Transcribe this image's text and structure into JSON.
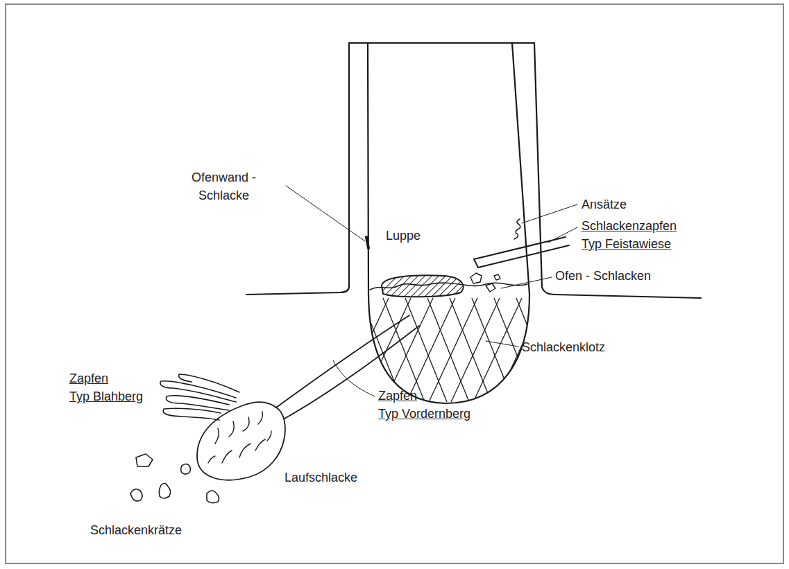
{
  "diagram": {
    "labels": [
      "Ofenwand - Schlacke",
      "Ansätze",
      "Schlackenzapfen Typ Feistawiese",
      "Luppe",
      "Ofen - Schlacken",
      "Schlackenklotz",
      "Zapfen Typ Blahberg",
      "Zapfen Typ Vordernberg",
      "Laufschlacke",
      "Schlackenkrätze"
    ]
  }
}
